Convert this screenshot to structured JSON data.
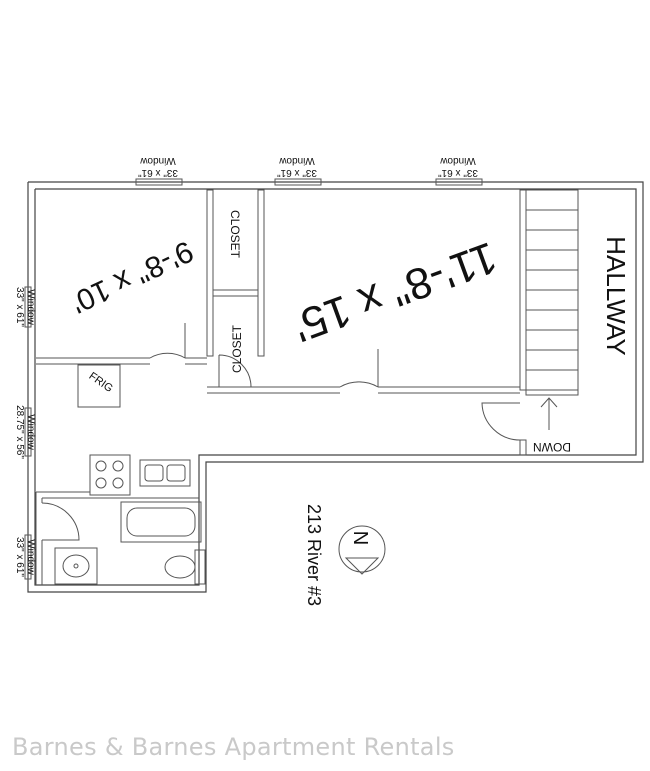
{
  "rooms": {
    "bedroom_dim": "9'-8\" x 10'",
    "living_dim": "11'-8\" x 15'",
    "closet_1": "CLOSET",
    "closet_2": "CLOSET",
    "hallway": "HALLWAY",
    "frig": "FRIG",
    "stairs_down": "DOWN"
  },
  "windows": {
    "top_1_label": "Window",
    "top_1_size": "33\" x 61\"",
    "top_2_label": "Window",
    "top_2_size": "33\" x 61\"",
    "top_3_label": "Window",
    "top_3_size": "33\" x 61\"",
    "left_1_size": "33\" x 61\"",
    "left_1_label": "Window",
    "left_2_size": "28.75\" x 56\"",
    "left_2_label": "Window",
    "left_3_size": "33\" x 61\"",
    "left_3_label": "Window"
  },
  "address": "213 River #3",
  "compass": "N",
  "watermark": "Barnes & Barnes Apartment Rentals"
}
